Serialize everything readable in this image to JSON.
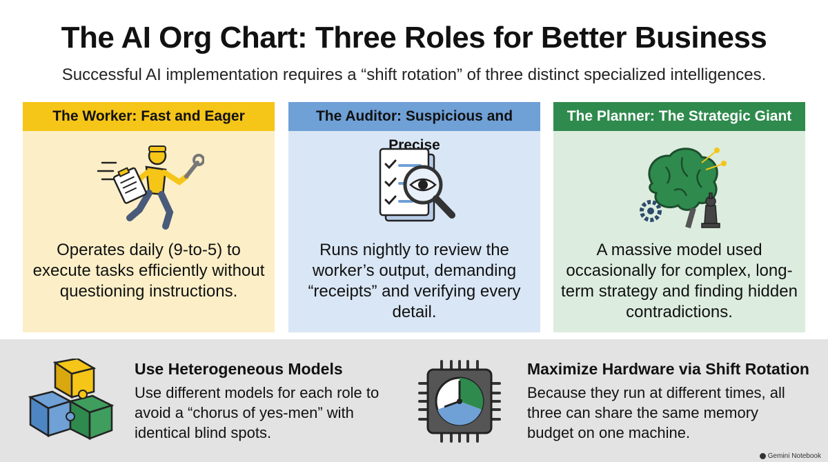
{
  "title": "The AI Org Chart: Three Roles for Better Business",
  "subtitle": "Successful AI implementation requires a “shift rotation” of three distinct specialized intelligences.",
  "roles": [
    {
      "heading": "The Worker: Fast and Eager",
      "icon": "running-worker-icon",
      "description": "Operates daily (9-to-5) to execute tasks efficiently without questioning instructions.",
      "color": "#f5c518"
    },
    {
      "heading": "The Auditor: Suspicious and Precise",
      "icon": "checklist-magnifier-icon",
      "description": "Runs nightly to review the worker’s output, demanding “receipts” and verifying every detail.",
      "color": "#6fa0d6"
    },
    {
      "heading": "The Planner: The Strategic Giant",
      "icon": "brain-chess-icon",
      "description": "A massive model used occasionally for complex, long-term strategy and finding hidden contradictions.",
      "color": "#2f8a4d"
    }
  ],
  "tips": [
    {
      "title": "Use Heterogeneous Models",
      "icon": "puzzle-cubes-icon",
      "description": "Use different models for each role to avoid a “chorus of yes-men” with identical blind spots."
    },
    {
      "title": "Maximize Hardware via Shift Rotation",
      "icon": "chip-clock-icon",
      "description": "Because they run at different times, all three can share the same memory budget on one machine."
    }
  ],
  "footer": "Gemini Notebook"
}
